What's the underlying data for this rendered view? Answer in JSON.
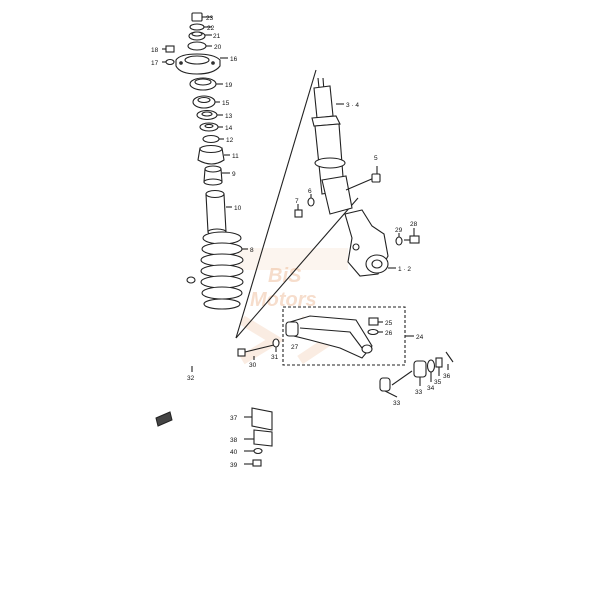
{
  "watermark": {
    "line1": "BiS",
    "line2": "Motors",
    "color": "#e8a070"
  },
  "callouts": [
    {
      "id": "23",
      "text": "23"
    },
    {
      "id": "22",
      "text": "22"
    },
    {
      "id": "21",
      "text": "21"
    },
    {
      "id": "20",
      "text": "20"
    },
    {
      "id": "18",
      "text": "18"
    },
    {
      "id": "16",
      "text": "16"
    },
    {
      "id": "17",
      "text": "17"
    },
    {
      "id": "19",
      "text": "19"
    },
    {
      "id": "15",
      "text": "15"
    },
    {
      "id": "13",
      "text": "13"
    },
    {
      "id": "14",
      "text": "14"
    },
    {
      "id": "12",
      "text": "12"
    },
    {
      "id": "11",
      "text": "11"
    },
    {
      "id": "9",
      "text": "9"
    },
    {
      "id": "10",
      "text": "10"
    },
    {
      "id": "8",
      "text": "8"
    },
    {
      "id": "3-4",
      "text": "3 · 4"
    },
    {
      "id": "5",
      "text": "5"
    },
    {
      "id": "6",
      "text": "6"
    },
    {
      "id": "7",
      "text": "7"
    },
    {
      "id": "28",
      "text": "28"
    },
    {
      "id": "29",
      "text": "29"
    },
    {
      "id": "1-2",
      "text": "1 · 2"
    },
    {
      "id": "25",
      "text": "25"
    },
    {
      "id": "26",
      "text": "26"
    },
    {
      "id": "24",
      "text": "24"
    },
    {
      "id": "27",
      "text": "27"
    },
    {
      "id": "30",
      "text": "30"
    },
    {
      "id": "31",
      "text": "31"
    },
    {
      "id": "32",
      "text": "32"
    },
    {
      "id": "33a",
      "text": "33"
    },
    {
      "id": "33b",
      "text": "33"
    },
    {
      "id": "34",
      "text": "34"
    },
    {
      "id": "35",
      "text": "35"
    },
    {
      "id": "36",
      "text": "36"
    },
    {
      "id": "37",
      "text": "37"
    },
    {
      "id": "38",
      "text": "38"
    },
    {
      "id": "40",
      "text": "40"
    },
    {
      "id": "39",
      "text": "39"
    }
  ]
}
